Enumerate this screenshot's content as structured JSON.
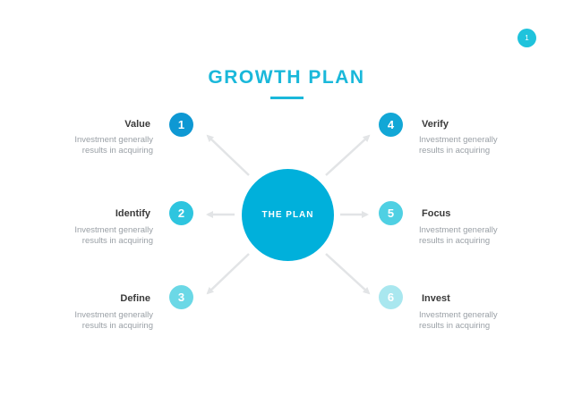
{
  "page_number": "1",
  "title": "GROWTH PLAN",
  "center_label": "THE PLAN",
  "colors": {
    "accent": "#1ab8da",
    "center": "#00b0db",
    "step1": "#0e98d3",
    "step2": "#2ec5df",
    "step3": "#6bd8e6",
    "step4": "#12a7d6",
    "step5": "#4fd0e3",
    "step6": "#a9e7ef",
    "arrow": "#e2e4e6"
  },
  "steps": [
    {
      "number": "1",
      "label": "Value",
      "description_line1": "Investment generally",
      "description_line2": "results in acquiring"
    },
    {
      "number": "2",
      "label": "Identify",
      "description_line1": "Investment generally",
      "description_line2": "results in acquiring"
    },
    {
      "number": "3",
      "label": "Define",
      "description_line1": "Investment generally",
      "description_line2": "results in acquiring"
    },
    {
      "number": "4",
      "label": "Verify",
      "description_line1": "Investment generally",
      "description_line2": "results in acquiring"
    },
    {
      "number": "5",
      "label": "Focus",
      "description_line1": "Investment generally",
      "description_line2": "results in acquiring"
    },
    {
      "number": "6",
      "label": "Invest",
      "description_line1": "Investment generally",
      "description_line2": "results in acquiring"
    }
  ]
}
